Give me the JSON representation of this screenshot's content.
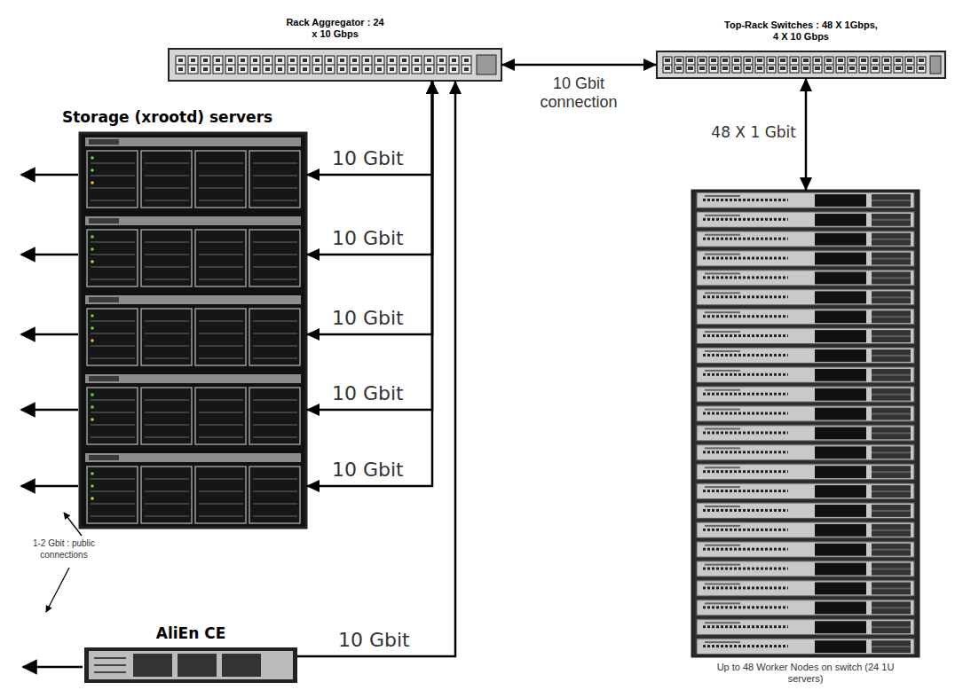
{
  "diagram": {
    "nodes": [
      {
        "text": [
          "Rack Aggregator : 24 x 10 Gbps"
        ]
      },
      {
        "text": [
          "Top-Rack Switches : 48 X 1Gbps, 4 X 10 Gbps"
        ]
      },
      {
        "text": [
          "Storage (xrootd) servers"
        ]
      },
      {
        "text": [
          "Up to 48 Worker Nodes on switch (24 1U servers)"
        ]
      },
      {
        "text": [
          "AliEn CE"
        ]
      }
    ],
    "edges": [
      {
        "from": 0,
        "to": 1,
        "arrow": "both",
        "label": "10 Gbit connection"
      },
      {
        "from": 0,
        "to": 2,
        "arrow": "both",
        "label": "10 Gbit"
      },
      {
        "from": 0,
        "to": 2,
        "arrow": "both",
        "label": "10 Gbit"
      },
      {
        "from": 0,
        "to": 2,
        "arrow": "both",
        "label": "10 Gbit"
      },
      {
        "from": 0,
        "to": 2,
        "arrow": "both",
        "label": "10 Gbit"
      },
      {
        "from": 0,
        "to": 2,
        "arrow": "both",
        "label": "10 Gbit"
      },
      {
        "from": 4,
        "to": 0,
        "arrow": "to",
        "label": "10 Gbit"
      },
      {
        "from": 1,
        "to": 3,
        "arrow": "both",
        "label": "48 X 1 Gbit"
      }
    ],
    "labels": [
      "1-2 Gbit : public connections"
    ]
  }
}
